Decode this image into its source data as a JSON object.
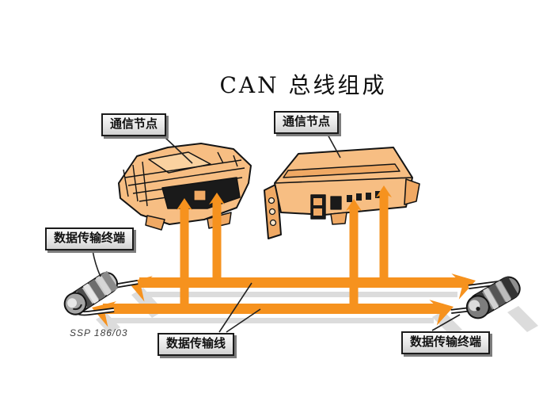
{
  "title": "CAN 总线组成",
  "source_ref": "SSP 186/03",
  "callouts": {
    "node_left": {
      "label": "通信节点"
    },
    "node_right": {
      "label": "通信节点"
    },
    "terminal_left": {
      "label": "数据传输终端"
    },
    "terminal_right": {
      "label": "数据传输终端"
    },
    "bus": {
      "label": "数据传输线"
    }
  },
  "colors": {
    "bus_orange": "#F6921E",
    "ecu_tan": "#F7BE83",
    "ecu_tan_light": "#FAD2A0",
    "ecu_tan_dark": "#F0A964",
    "shadow_gray": "#DCDCDC",
    "outline": "#141414"
  }
}
